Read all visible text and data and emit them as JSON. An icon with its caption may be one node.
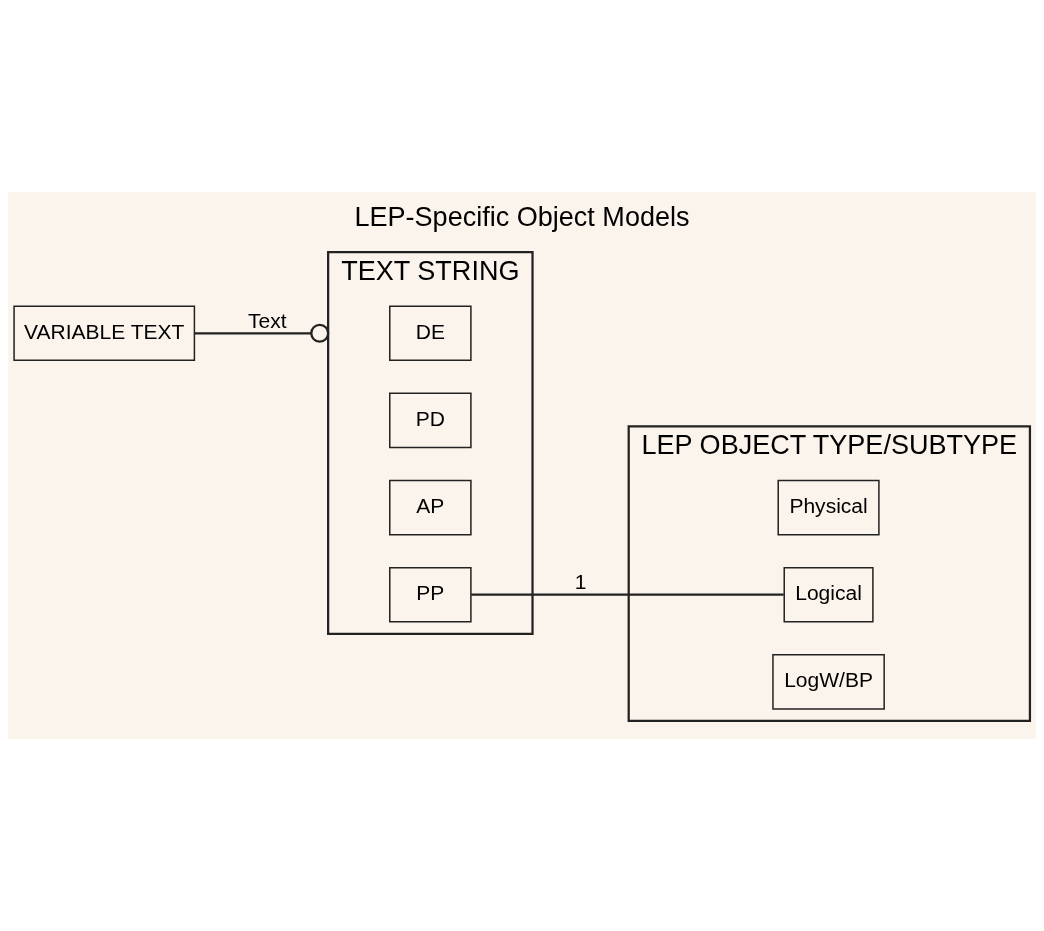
{
  "diagram": {
    "title": "LEP-Specific Object Models",
    "nodes": [
      {
        "text": [
          "VARIABLE TEXT"
        ]
      },
      {
        "text": [
          "TEXT STRING"
        ]
      },
      {
        "text": [
          "DE"
        ],
        "in": 1
      },
      {
        "text": [
          "PD"
        ],
        "in": 1
      },
      {
        "text": [
          "AP"
        ],
        "in": 1
      },
      {
        "text": [
          "PP"
        ],
        "in": 1
      },
      {
        "text": [
          "LEP OBJECT TYPE/SUBTYPE"
        ]
      },
      {
        "text": [
          "Physical"
        ],
        "in": 6
      },
      {
        "text": [
          "Logical"
        ],
        "in": 6
      },
      {
        "text": [
          "LogW/BP"
        ],
        "in": 6
      }
    ],
    "edges": [
      {
        "from": 0,
        "to": 1,
        "arrow": "other",
        "label": "Text"
      },
      {
        "from": 5,
        "to": 8,
        "arrow": "none",
        "label": "1"
      }
    ]
  }
}
